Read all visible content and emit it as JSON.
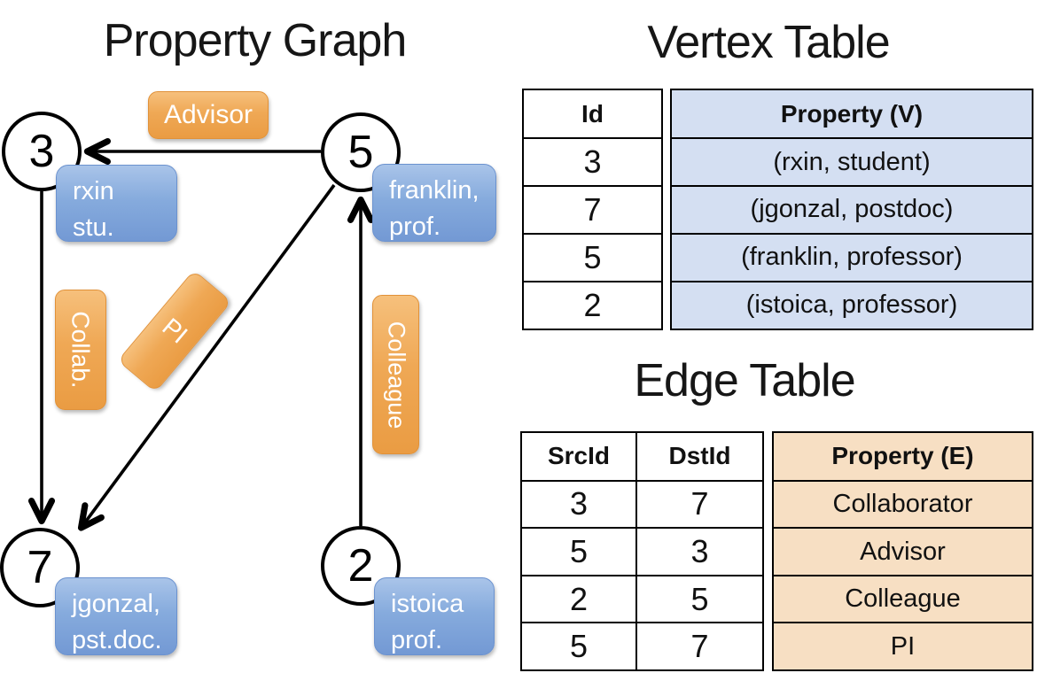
{
  "graph": {
    "title": "Property Graph",
    "nodes": [
      {
        "id": "3",
        "prop_line1": "rxin",
        "prop_line2": "stu."
      },
      {
        "id": "5",
        "prop_line1": "franklin,",
        "prop_line2": "prof."
      },
      {
        "id": "7",
        "prop_line1": "jgonzal,",
        "prop_line2": "pst.doc."
      },
      {
        "id": "2",
        "prop_line1": "istoica",
        "prop_line2": "prof."
      }
    ],
    "edge_labels": {
      "advisor": "Advisor",
      "collab": "Collab.",
      "pi": "PI",
      "colleague": "Colleague"
    }
  },
  "vertex_table": {
    "title": "Vertex Table",
    "columns": {
      "id": "Id",
      "property": "Property (V)"
    },
    "rows": [
      {
        "id": "3",
        "property": "(rxin, student)"
      },
      {
        "id": "7",
        "property": "(jgonzal, postdoc)"
      },
      {
        "id": "5",
        "property": "(franklin, professor)"
      },
      {
        "id": "2",
        "property": "(istoica, professor)"
      }
    ]
  },
  "edge_table": {
    "title": "Edge Table",
    "columns": {
      "src": "SrcId",
      "dst": "DstId",
      "property": "Property (E)"
    },
    "rows": [
      {
        "src": "3",
        "dst": "7",
        "property": "Collaborator"
      },
      {
        "src": "5",
        "dst": "3",
        "property": "Advisor"
      },
      {
        "src": "2",
        "dst": "5",
        "property": "Colleague"
      },
      {
        "src": "5",
        "dst": "7",
        "property": "PI"
      }
    ]
  },
  "colors": {
    "edge_stroke": "#000000",
    "orange_label": "#efa855",
    "blue_label": "#86abdd",
    "vertex_property_bg": "#d4dff2",
    "edge_property_bg": "#f7dfc3"
  }
}
